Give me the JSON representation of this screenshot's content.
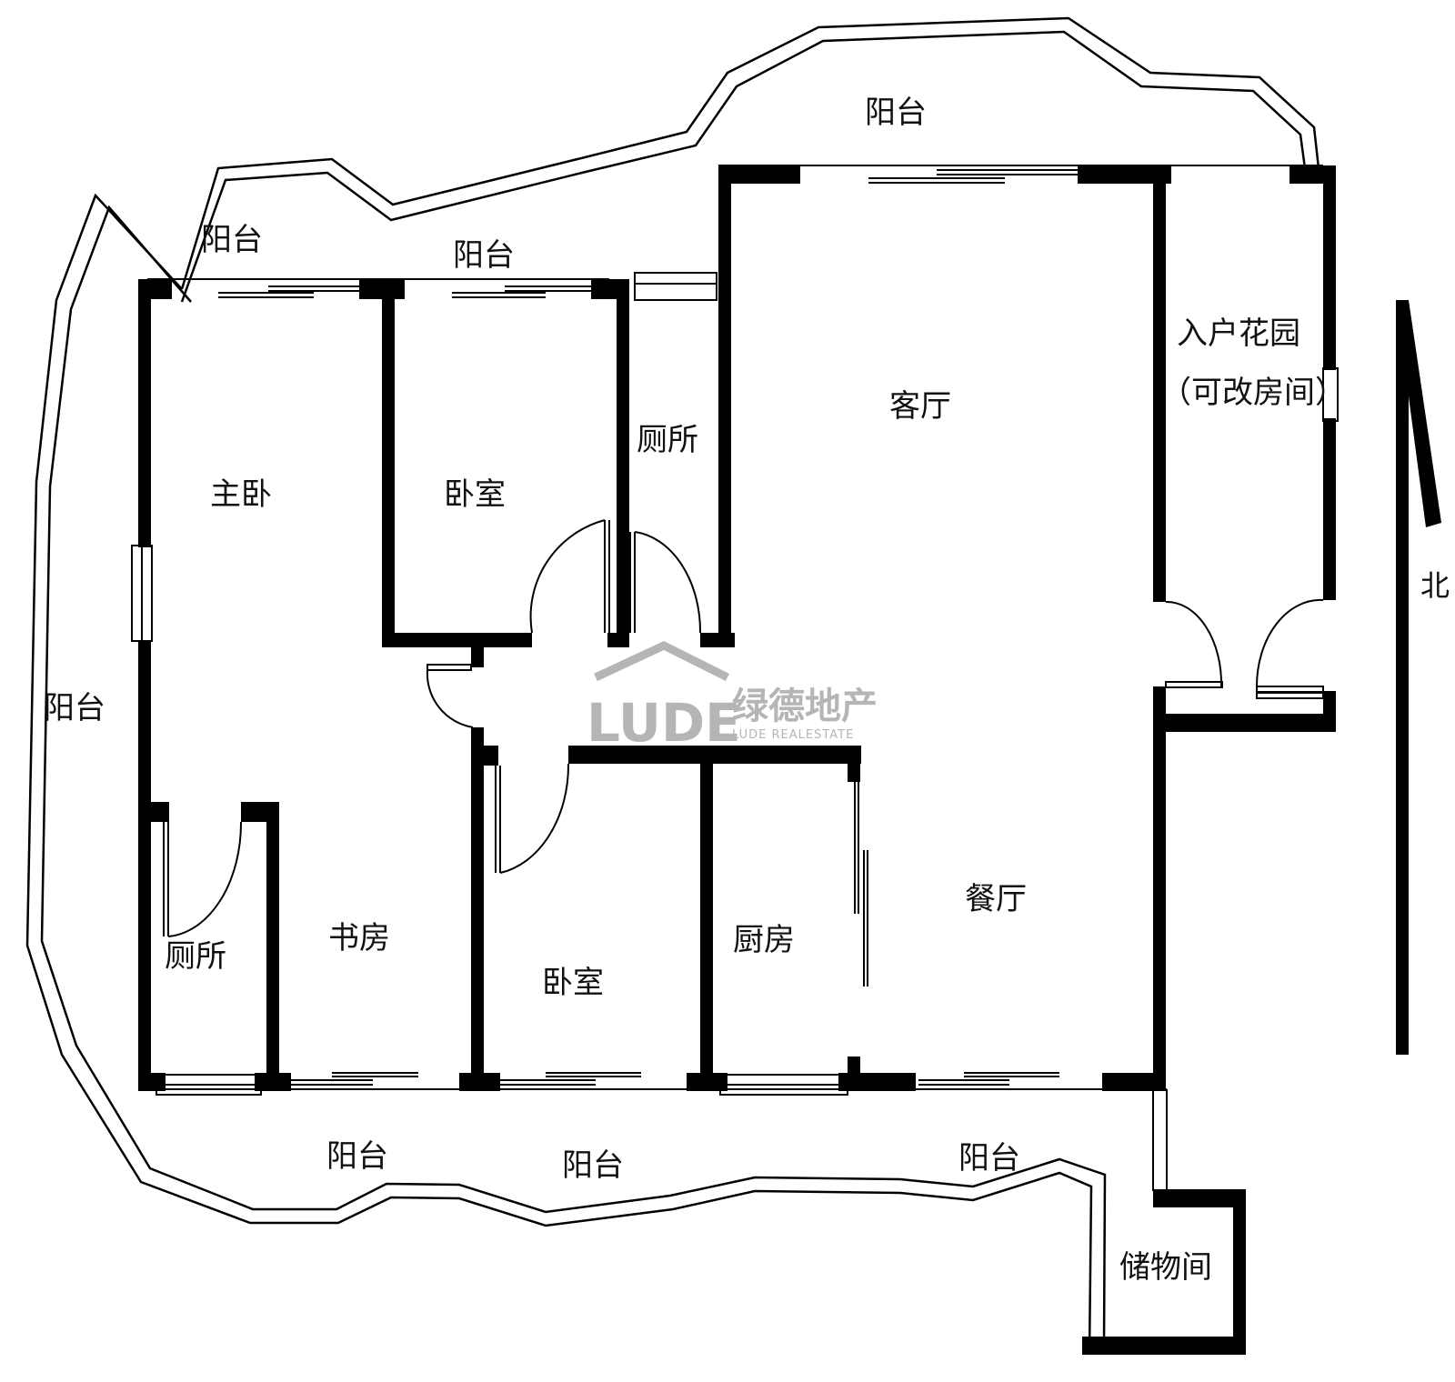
{
  "rooms": {
    "balcony_top": "阳台",
    "balcony_top_left": "阳台",
    "balcony_top_mid": "阳台",
    "balcony_left": "阳台",
    "balcony_bottom_1": "阳台",
    "balcony_bottom_2": "阳台",
    "balcony_bottom_3": "阳台",
    "master_bedroom": "主卧",
    "bedroom_top": "卧室",
    "toilet_top": "厕所",
    "living_room": "客厅",
    "entry_garden": "入户花园",
    "entry_garden_note": "（可改房间）",
    "toilet_bottom": "厕所",
    "study": "书房",
    "bedroom_bottom": "卧室",
    "kitchen": "厨房",
    "dining_room": "餐厅",
    "storage": "储物间"
  },
  "compass": {
    "label": "北"
  },
  "watermark": {
    "logo_text": "LUDE",
    "company_cn": "绿德地产",
    "company_en": "LUDE REALESTATE"
  },
  "colors": {
    "wall": "#000000",
    "line": "#000000",
    "watermark": "#a9a9a9"
  }
}
